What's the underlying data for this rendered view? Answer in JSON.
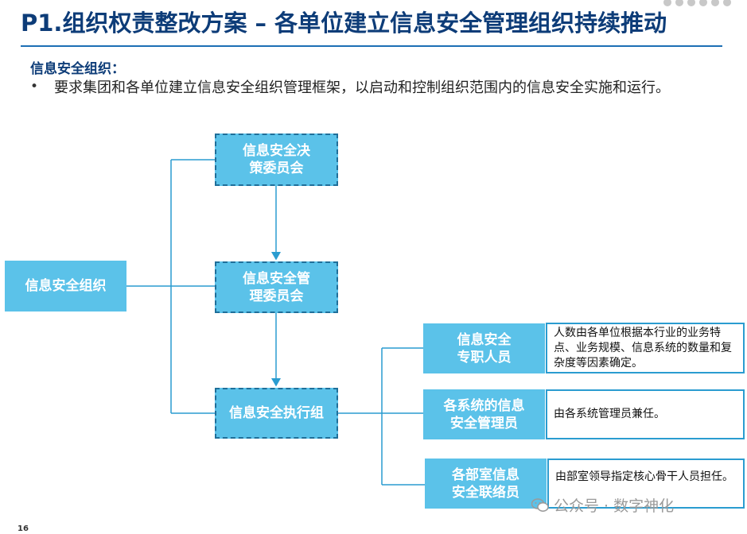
{
  "title": "P1.组织权责整改方案 – 各单位建立信息安全管理组织持续推动",
  "section": {
    "heading": "信息安全组织：",
    "bullet": "要求集团和各单位建立信息安全组织管理框架，以启动和控制组织范围内的信息安全实施和运行。"
  },
  "diagram": {
    "root": "信息安全组织",
    "decision": [
      "信息安全决",
      "策委员会"
    ],
    "management": [
      "信息安全管",
      "理委员会"
    ],
    "execution": "信息安全执行组",
    "roles": [
      {
        "label": [
          "信息安全",
          "专职人员"
        ],
        "desc": "人数由各单位根据本行业的业务特点、业务规模、信息系统的数量和复杂度等因素确定。"
      },
      {
        "label": [
          "各系统的信息",
          "安全管理员"
        ],
        "desc": "由各系统管理员兼任。"
      },
      {
        "label": [
          "各部室信息",
          "安全联络员"
        ],
        "desc": "由部室领导指定核心骨干人员担任。"
      }
    ]
  },
  "page_number": "16",
  "watermark": "公众号 · 数字神化",
  "colors": {
    "title": "#0d3c78",
    "box_fill": "#5bc2e9",
    "connector": "#2a9cd0",
    "rule": "#1d6fb5"
  }
}
